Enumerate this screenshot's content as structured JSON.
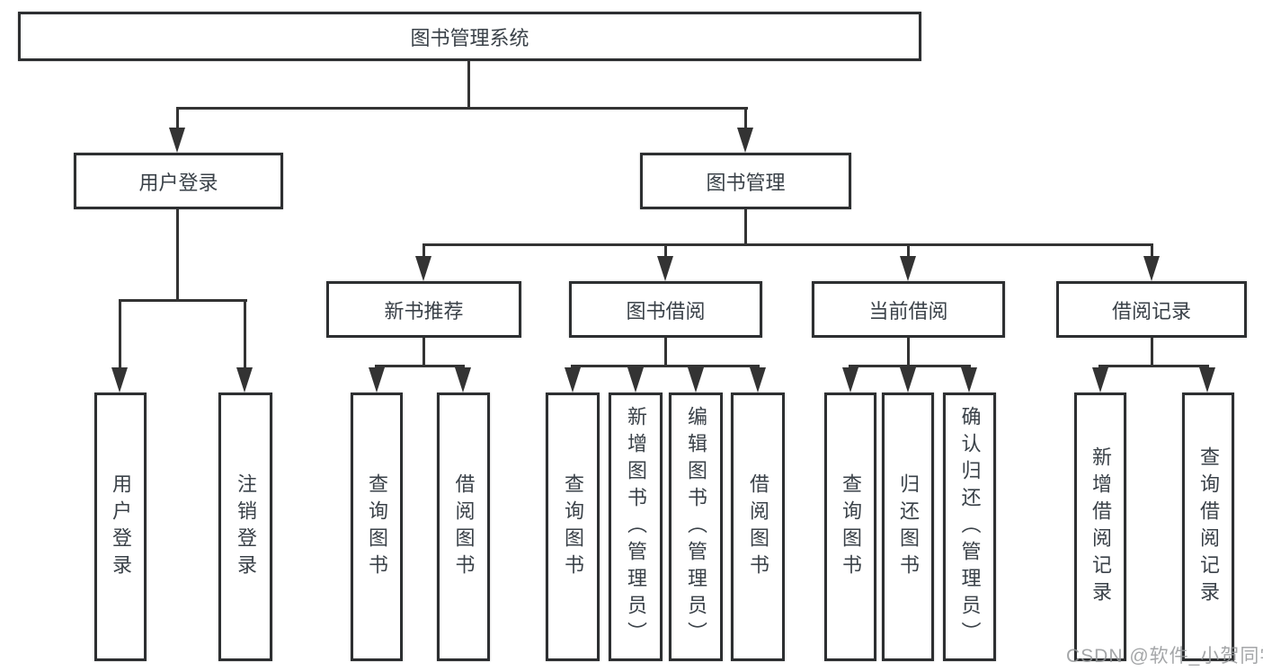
{
  "tree": {
    "root": {
      "label": "图书管理系统"
    },
    "children": [
      {
        "label": "用户登录",
        "children": [
          {
            "label": "用户登录"
          },
          {
            "label": "注销登录"
          }
        ]
      },
      {
        "label": "图书管理",
        "children": [
          {
            "label": "新书推荐",
            "children": [
              {
                "label": "查询图书"
              },
              {
                "label": "借阅图书"
              }
            ]
          },
          {
            "label": "图书借阅",
            "children": [
              {
                "label": "查询图书"
              },
              {
                "label": "新增图书（管理员）"
              },
              {
                "label": "编辑图书（管理员）"
              },
              {
                "label": "借阅图书"
              }
            ]
          },
          {
            "label": "当前借阅",
            "children": [
              {
                "label": "查询图书"
              },
              {
                "label": "归还图书"
              },
              {
                "label": "确认归还（管理员）"
              }
            ]
          },
          {
            "label": "借阅记录",
            "children": [
              {
                "label": "新增借阅记录"
              },
              {
                "label": "查询借阅记录"
              }
            ]
          }
        ]
      }
    ]
  },
  "watermark": {
    "text": "CSDN @软件_小贺同学"
  },
  "colors": {
    "line": "#333333",
    "border": "#2d2f31",
    "text": "#3a4148",
    "watermark": "#949699"
  }
}
